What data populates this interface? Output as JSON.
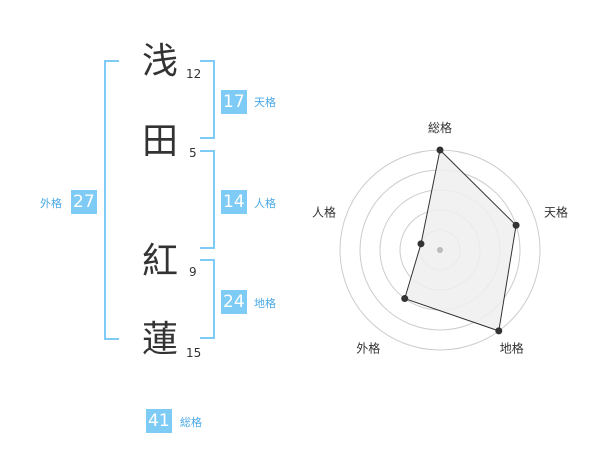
{
  "name": {
    "characters": [
      {
        "char": "浅",
        "strokes": "12"
      },
      {
        "char": "田",
        "strokes": "5"
      },
      {
        "char": "紅",
        "strokes": "9"
      },
      {
        "char": "蓮",
        "strokes": "15"
      }
    ]
  },
  "fortunes": {
    "tenkaku": {
      "value": "17",
      "label": "天格"
    },
    "jinkaku": {
      "value": "14",
      "label": "人格"
    },
    "chikaku": {
      "value": "24",
      "label": "地格"
    },
    "gaikaku": {
      "value": "27",
      "label": "外格"
    },
    "soukaku": {
      "value": "41",
      "label": "総格"
    }
  },
  "colors": {
    "accent": "#7ecbf5",
    "label": "#49a9e6",
    "text": "#333333",
    "radar_fill": "#eeeeee",
    "grid": "#cccccc"
  },
  "chart_data": {
    "type": "radar",
    "axes": [
      "総格",
      "天格",
      "地格",
      "外格",
      "人格"
    ],
    "values": [
      5,
      4,
      5,
      3,
      1
    ],
    "range": [
      0,
      5
    ],
    "rings": 5
  }
}
